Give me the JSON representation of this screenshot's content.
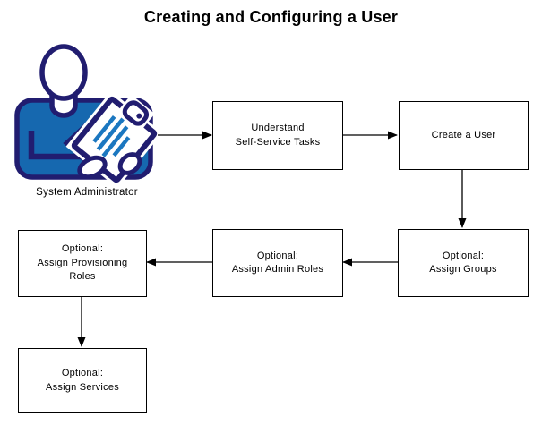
{
  "diagram": {
    "title": "Creating and Configuring a User",
    "actor": {
      "label": "System Administrator",
      "icon": "person-with-clipboard-icon"
    },
    "nodes": [
      {
        "id": "understand-self-service-tasks",
        "lines": [
          "Understand",
          "Self-Service Tasks"
        ]
      },
      {
        "id": "create-a-user",
        "lines": [
          "Create a User"
        ]
      },
      {
        "id": "optional-assign-groups",
        "lines": [
          "Optional:",
          "Assign Groups"
        ]
      },
      {
        "id": "optional-assign-admin-roles",
        "lines": [
          "Optional:",
          "Assign Admin Roles"
        ]
      },
      {
        "id": "optional-assign-provisioning-roles",
        "lines": [
          "Optional:",
          "Assign Provisioning",
          "Roles"
        ]
      },
      {
        "id": "optional-assign-services",
        "lines": [
          "Optional:",
          "Assign Services"
        ]
      }
    ],
    "edges": [
      {
        "from": "system-administrator",
        "to": "understand-self-service-tasks"
      },
      {
        "from": "understand-self-service-tasks",
        "to": "create-a-user"
      },
      {
        "from": "create-a-user",
        "to": "optional-assign-groups"
      },
      {
        "from": "optional-assign-groups",
        "to": "optional-assign-admin-roles"
      },
      {
        "from": "optional-assign-admin-roles",
        "to": "optional-assign-provisioning-roles"
      },
      {
        "from": "optional-assign-provisioning-roles",
        "to": "optional-assign-services"
      }
    ],
    "colors": {
      "icon_outline_navy": "#211d70",
      "icon_shirt_blue": "#1668af",
      "clipboard_line_blue": "#1b77c0",
      "box_border": "#000000",
      "arrow": "#000000",
      "text": "#000000",
      "background": "#ffffff"
    }
  }
}
